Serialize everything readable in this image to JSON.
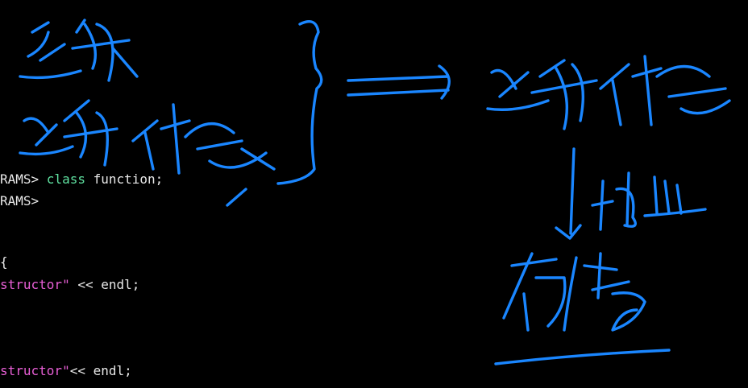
{
  "code_lines": {
    "l1": {
      "a": "RAMS> ",
      "kw": "class",
      "b": " function;"
    },
    "l2": {
      "a": "RAMS>"
    },
    "l3": {
      "a": "{"
    },
    "l4": {
      "str": "structor\"",
      "b": " << endl;"
    },
    "l5": {
      "str": "structor\"",
      "b": "<< endl;"
    }
  },
  "annotations": {
    "color": "#1a86ff",
    "handwritten_text": [
      "函数",
      "函数对象",
      "函数对象",
      "地址",
      "存储"
    ]
  }
}
